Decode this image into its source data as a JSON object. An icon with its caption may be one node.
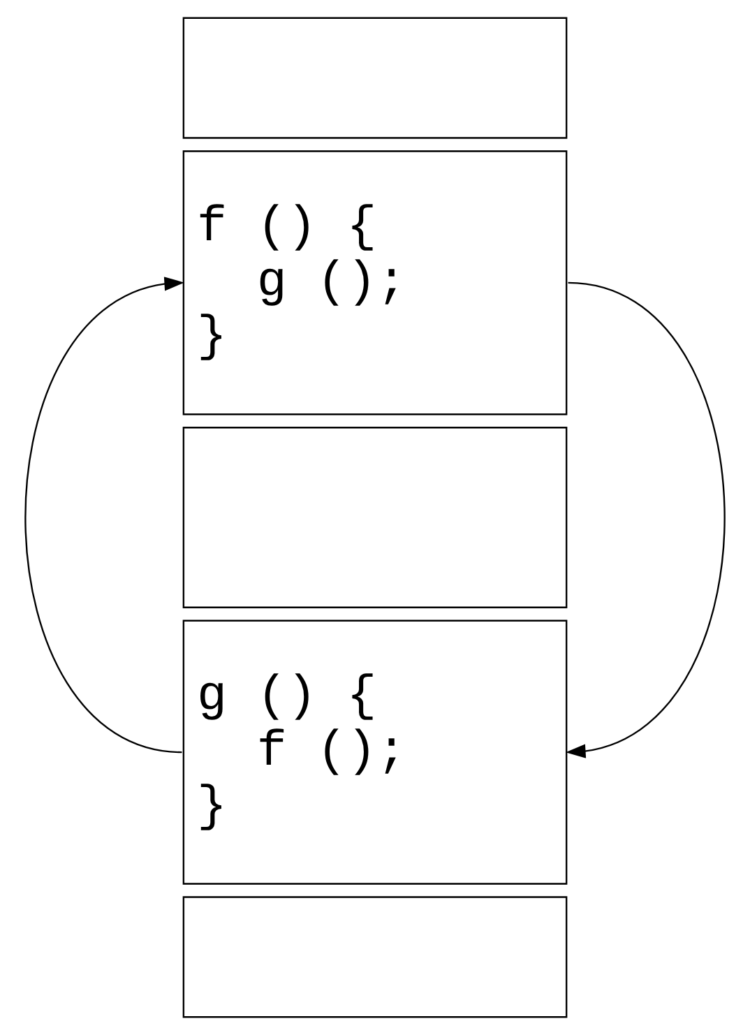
{
  "diagram": {
    "nodes": [
      {
        "text": [],
        "shape": "box"
      },
      {
        "text": [
          "f () {",
          "g ();",
          "}"
        ]
      },
      {
        "text": [],
        "shape": "box"
      },
      {
        "text": [
          "g () {",
          "f ();",
          "}"
        ]
      },
      {
        "text": [],
        "shape": "box"
      }
    ],
    "edges": [
      {
        "from": 1,
        "to": 3,
        "arrow": "to"
      },
      {
        "from": 3,
        "to": 1,
        "arrow": "to"
      }
    ]
  }
}
